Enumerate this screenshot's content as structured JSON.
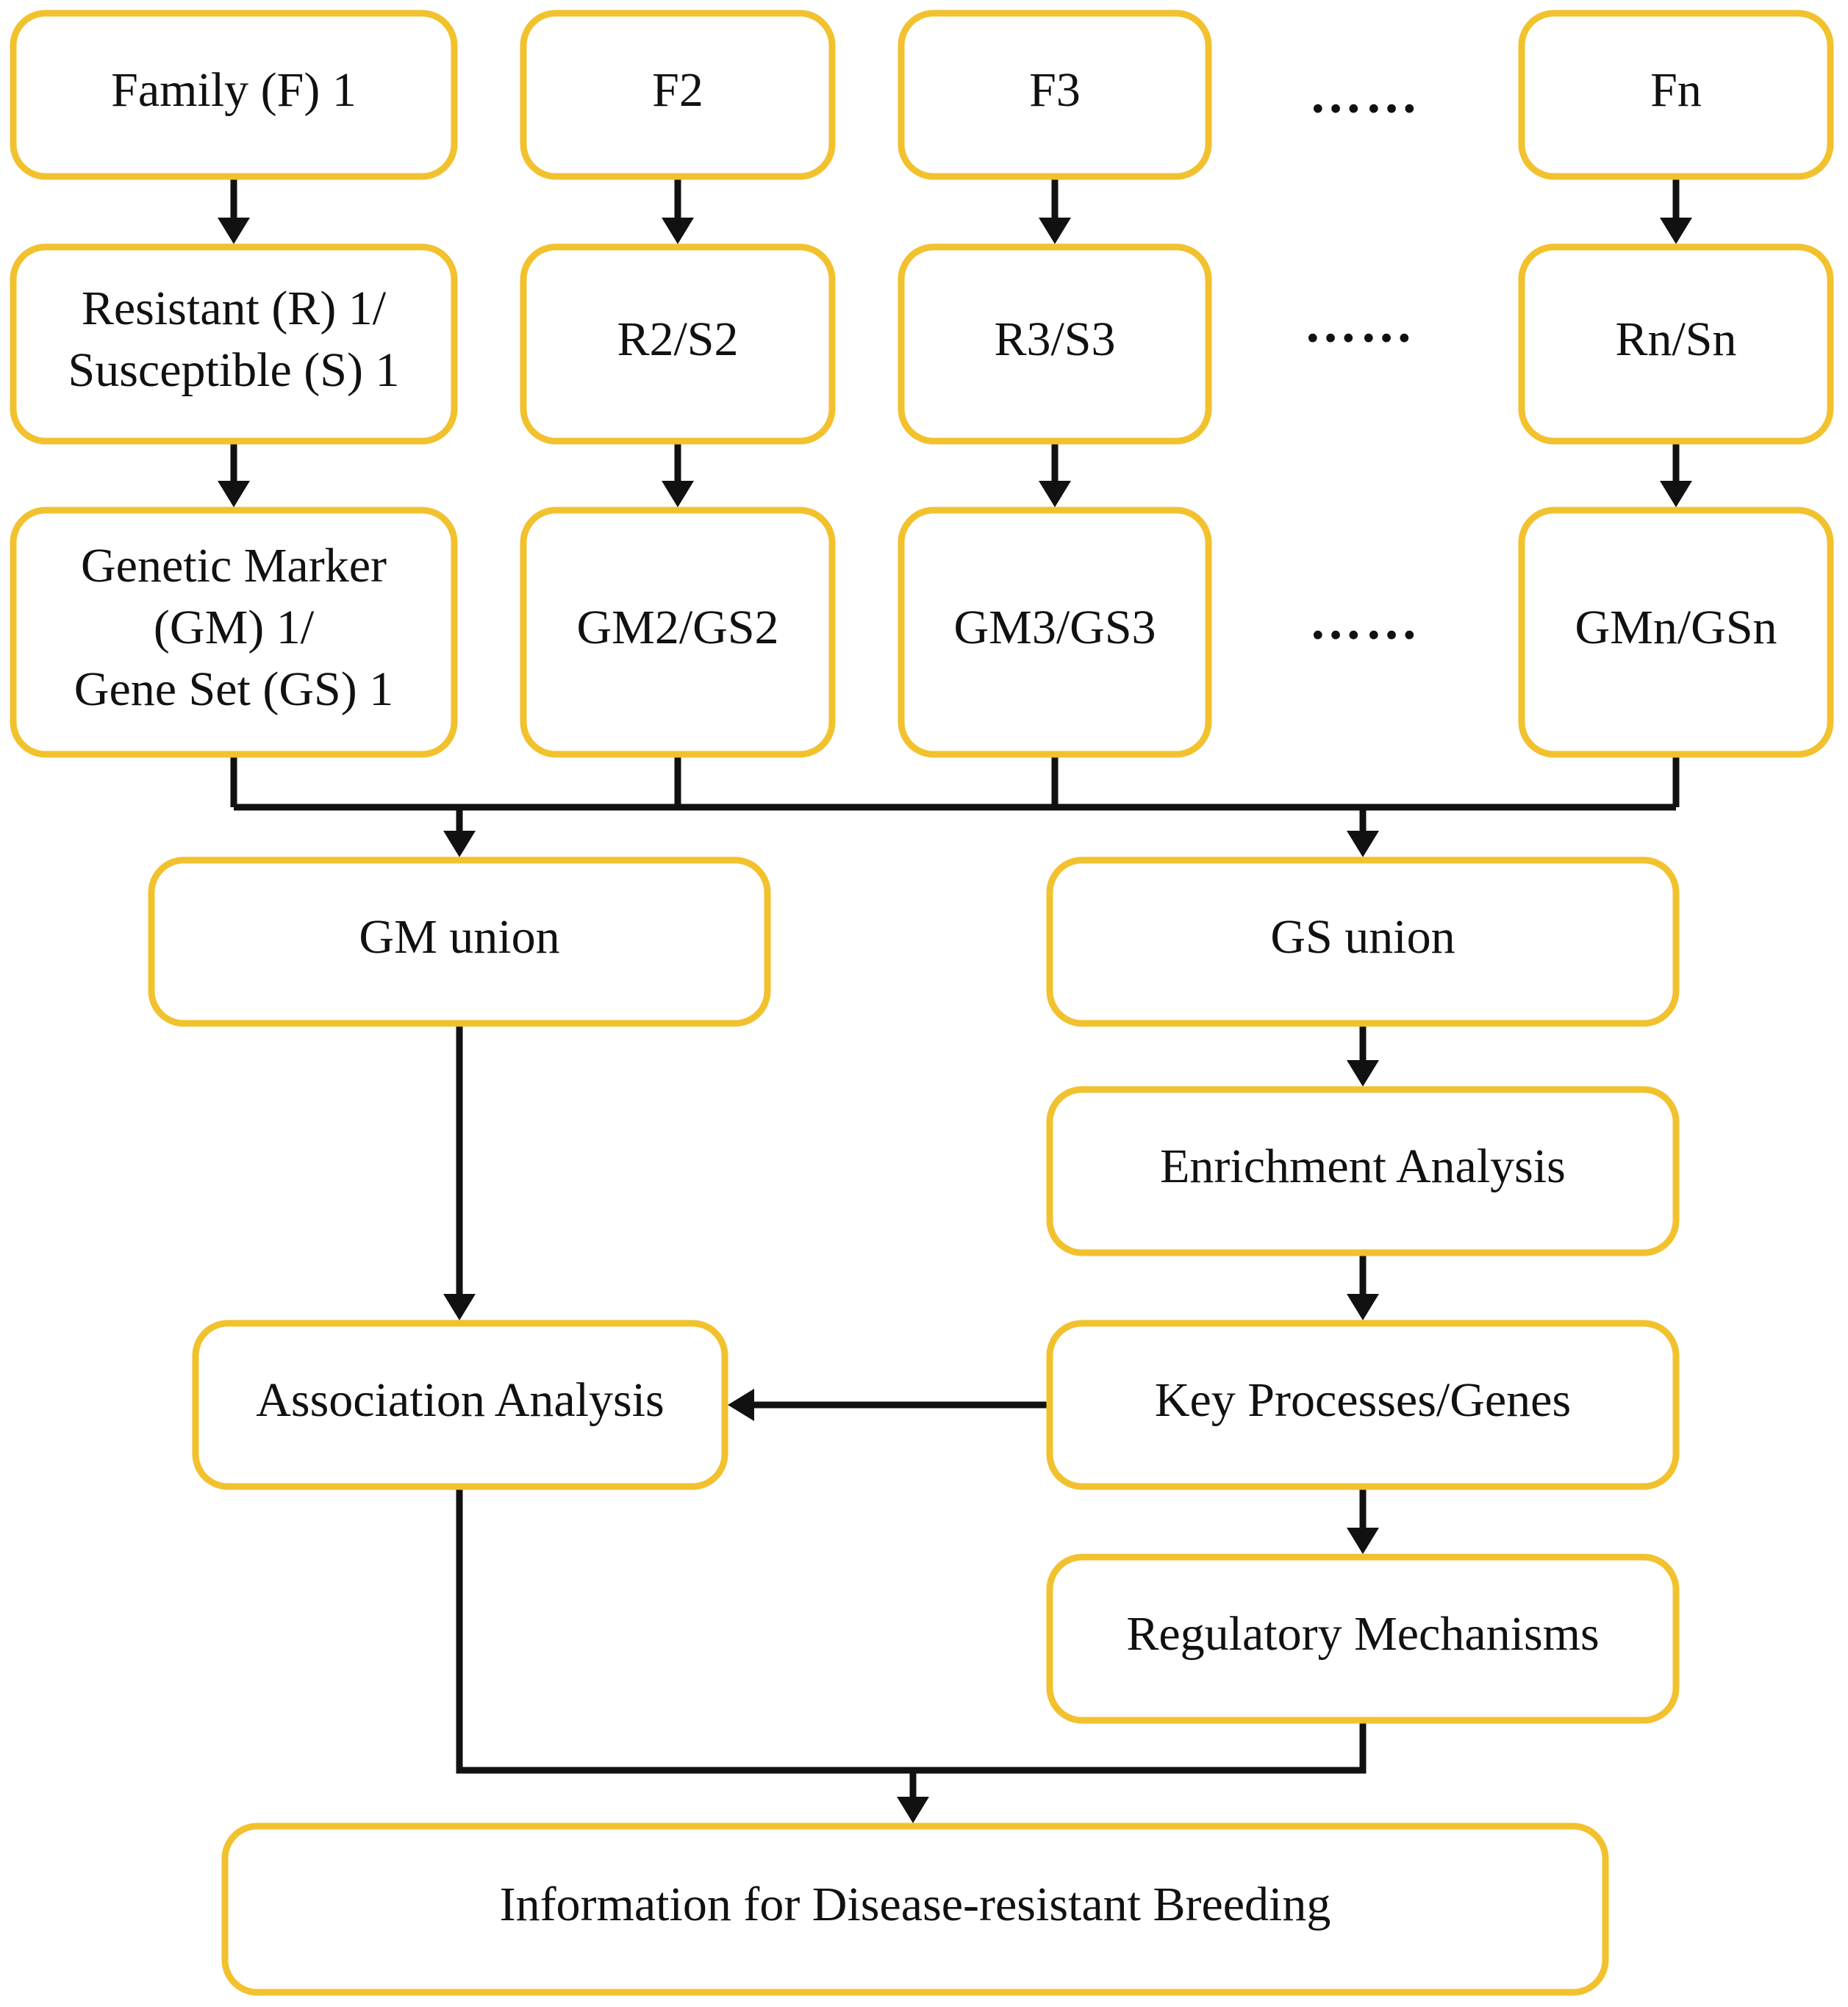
{
  "colors": {
    "box_border": "#F2C12E",
    "line": "#111111",
    "text": "#111111"
  },
  "nodes": {
    "f1": {
      "lines": [
        "Family (F) 1"
      ]
    },
    "f2": {
      "lines": [
        "F2"
      ]
    },
    "f3": {
      "lines": [
        "F3"
      ]
    },
    "fn": {
      "lines": [
        "Fn"
      ]
    },
    "rs1": {
      "lines": [
        "Resistant (R) 1/",
        "Susceptible (S) 1"
      ]
    },
    "rs2": {
      "lines": [
        "R2/S2"
      ]
    },
    "rs3": {
      "lines": [
        "R3/S3"
      ]
    },
    "rsn": {
      "lines": [
        "Rn/Sn"
      ]
    },
    "gm1": {
      "lines": [
        "Genetic Marker",
        "(GM) 1/",
        "Gene Set (GS) 1"
      ]
    },
    "gm2": {
      "lines": [
        "GM2/GS2"
      ]
    },
    "gm3": {
      "lines": [
        "GM3/GS3"
      ]
    },
    "gmn": {
      "lines": [
        "GMn/GSn"
      ]
    },
    "gm_union": {
      "lines": [
        "GM union"
      ]
    },
    "gs_union": {
      "lines": [
        "GS union"
      ]
    },
    "enrichment": {
      "lines": [
        "Enrichment Analysis"
      ]
    },
    "association": {
      "lines": [
        "Association Analysis"
      ]
    },
    "key": {
      "lines": [
        "Key Processes/Genes"
      ]
    },
    "regulatory": {
      "lines": [
        "Regulatory Mechanisms"
      ]
    },
    "info": {
      "lines": [
        "Information for Disease-resistant Breeding"
      ]
    }
  },
  "ellipsis": {
    "row1": "……",
    "row2": "……",
    "row3": "……"
  },
  "edges": [
    {
      "from": "f1",
      "to": "rs1"
    },
    {
      "from": "f2",
      "to": "rs2"
    },
    {
      "from": "f3",
      "to": "rs3"
    },
    {
      "from": "fn",
      "to": "rsn"
    },
    {
      "from": "rs1",
      "to": "gm1"
    },
    {
      "from": "rs2",
      "to": "gm2"
    },
    {
      "from": "rs3",
      "to": "gm3"
    },
    {
      "from": "rsn",
      "to": "gmn"
    },
    {
      "from": "gm1, gm2, gm3, gmn",
      "to": "gm_union"
    },
    {
      "from": "gm1, gm2, gm3, gmn",
      "to": "gs_union"
    },
    {
      "from": "gs_union",
      "to": "enrichment"
    },
    {
      "from": "enrichment",
      "to": "key"
    },
    {
      "from": "key",
      "to": "regulatory"
    },
    {
      "from": "key",
      "to": "association"
    },
    {
      "from": "gm_union",
      "to": "association"
    },
    {
      "from": "association",
      "to": "info"
    },
    {
      "from": "regulatory",
      "to": "info"
    }
  ]
}
